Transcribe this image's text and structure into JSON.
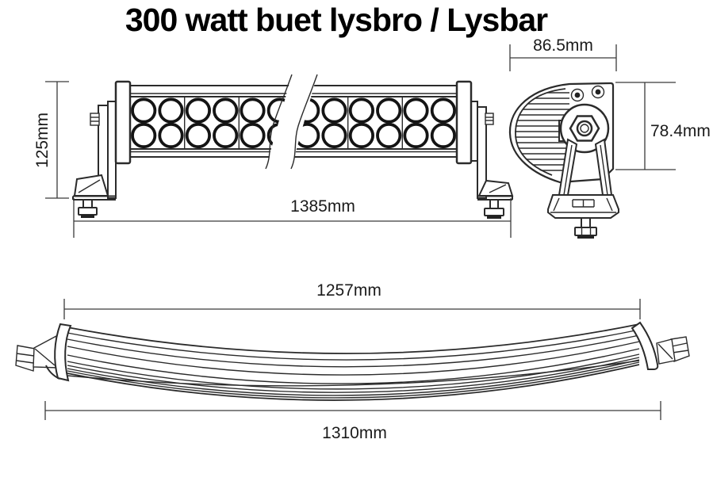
{
  "title": "300 watt buet lysbro / Lysbar",
  "front_view": {
    "height_dim": "125mm",
    "length_dim": "1385mm"
  },
  "end_view": {
    "width_dim": "86.5mm",
    "height_dim": "78.4mm"
  },
  "curved_view": {
    "inner_dim": "1257mm",
    "outer_dim": "1310mm"
  },
  "colors": {
    "background": "#ffffff",
    "line": "#2b2b2b",
    "text": "#1b1b1b",
    "led_stroke": "#141414"
  }
}
